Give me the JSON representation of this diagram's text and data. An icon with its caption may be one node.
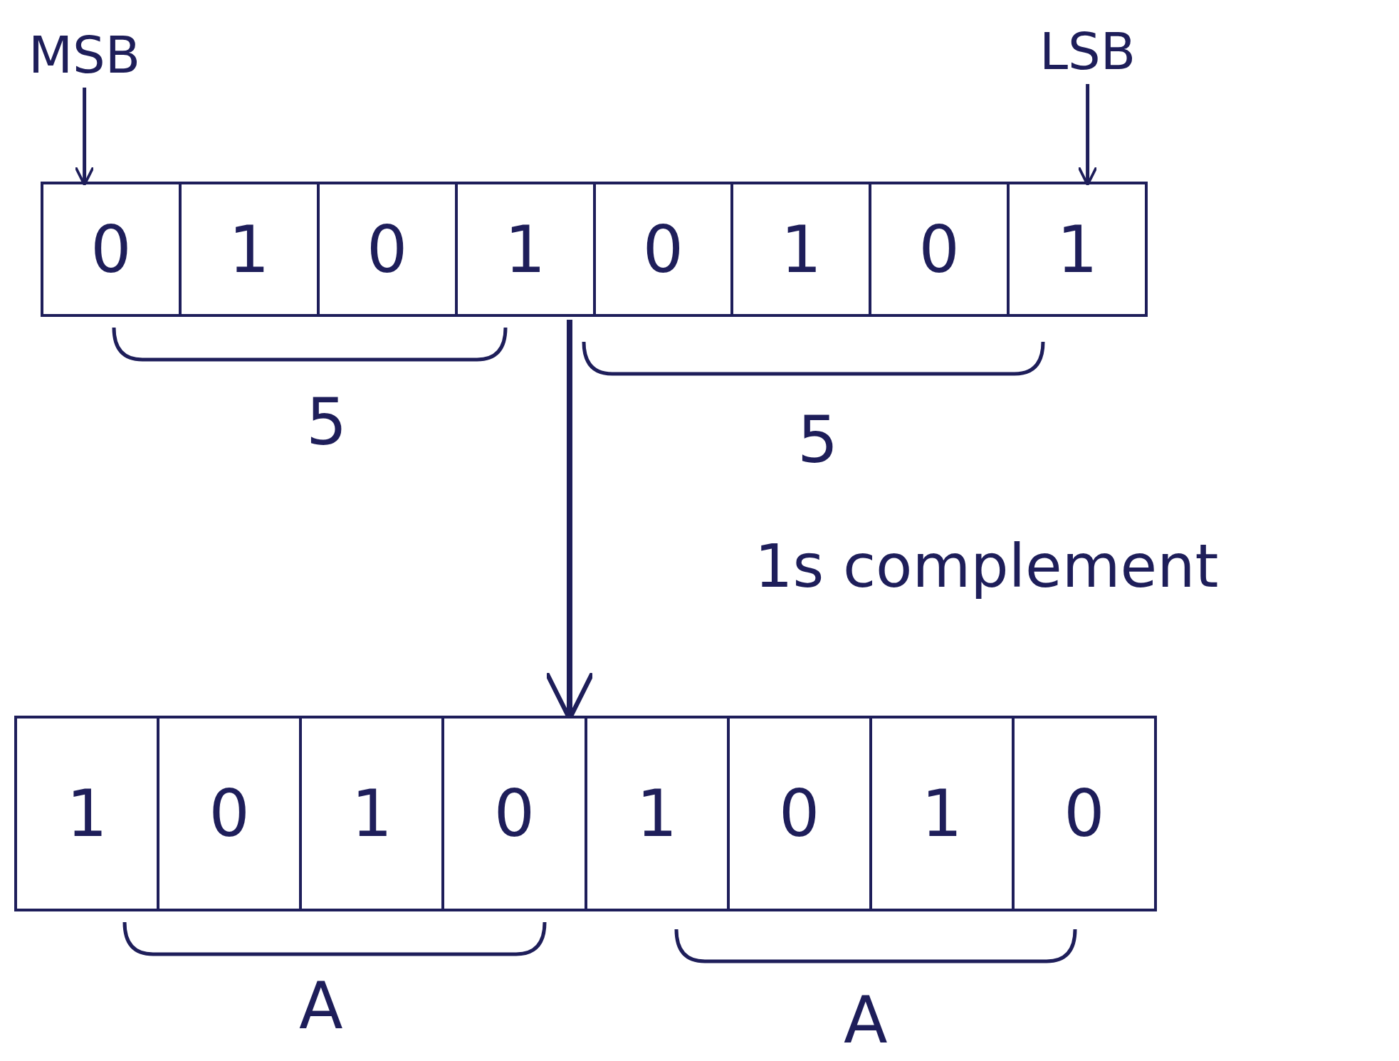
{
  "diagram": {
    "nodes": [
      {
        "text": [
          "MSB"
        ]
      },
      {
        "text": [
          "LSB"
        ]
      },
      {
        "text": [],
        "shape": "box"
      },
      {
        "text": [
          "0"
        ],
        "in": 2
      },
      {
        "text": [
          "1"
        ],
        "in": 2
      },
      {
        "text": [
          "0"
        ],
        "in": 2
      },
      {
        "text": [
          "1"
        ],
        "in": 2
      },
      {
        "text": [
          "0"
        ],
        "in": 2
      },
      {
        "text": [
          "1"
        ],
        "in": 2
      },
      {
        "text": [
          "0"
        ],
        "in": 2
      },
      {
        "text": [
          "1"
        ],
        "in": 2
      },
      {
        "text": [],
        "shape": "box"
      },
      {
        "text": [
          "1"
        ],
        "in": 11
      },
      {
        "text": [
          "0"
        ],
        "in": 11
      },
      {
        "text": [
          "1"
        ],
        "in": 11
      },
      {
        "text": [
          "0"
        ],
        "in": 11
      },
      {
        "text": [
          "1"
        ],
        "in": 11
      },
      {
        "text": [
          "0"
        ],
        "in": 11
      },
      {
        "text": [
          "1"
        ],
        "in": 11
      },
      {
        "text": [
          "0"
        ],
        "in": 11
      }
    ],
    "edges": [
      {
        "from": 0,
        "to": 3,
        "arrow": "to"
      },
      {
        "from": 1,
        "to": 10,
        "arrow": "to"
      },
      {
        "from": 2,
        "to": 11,
        "arrow": "to",
        "label": "1s complement"
      }
    ],
    "labels": [
      "5",
      "5",
      "A",
      "A"
    ]
  }
}
